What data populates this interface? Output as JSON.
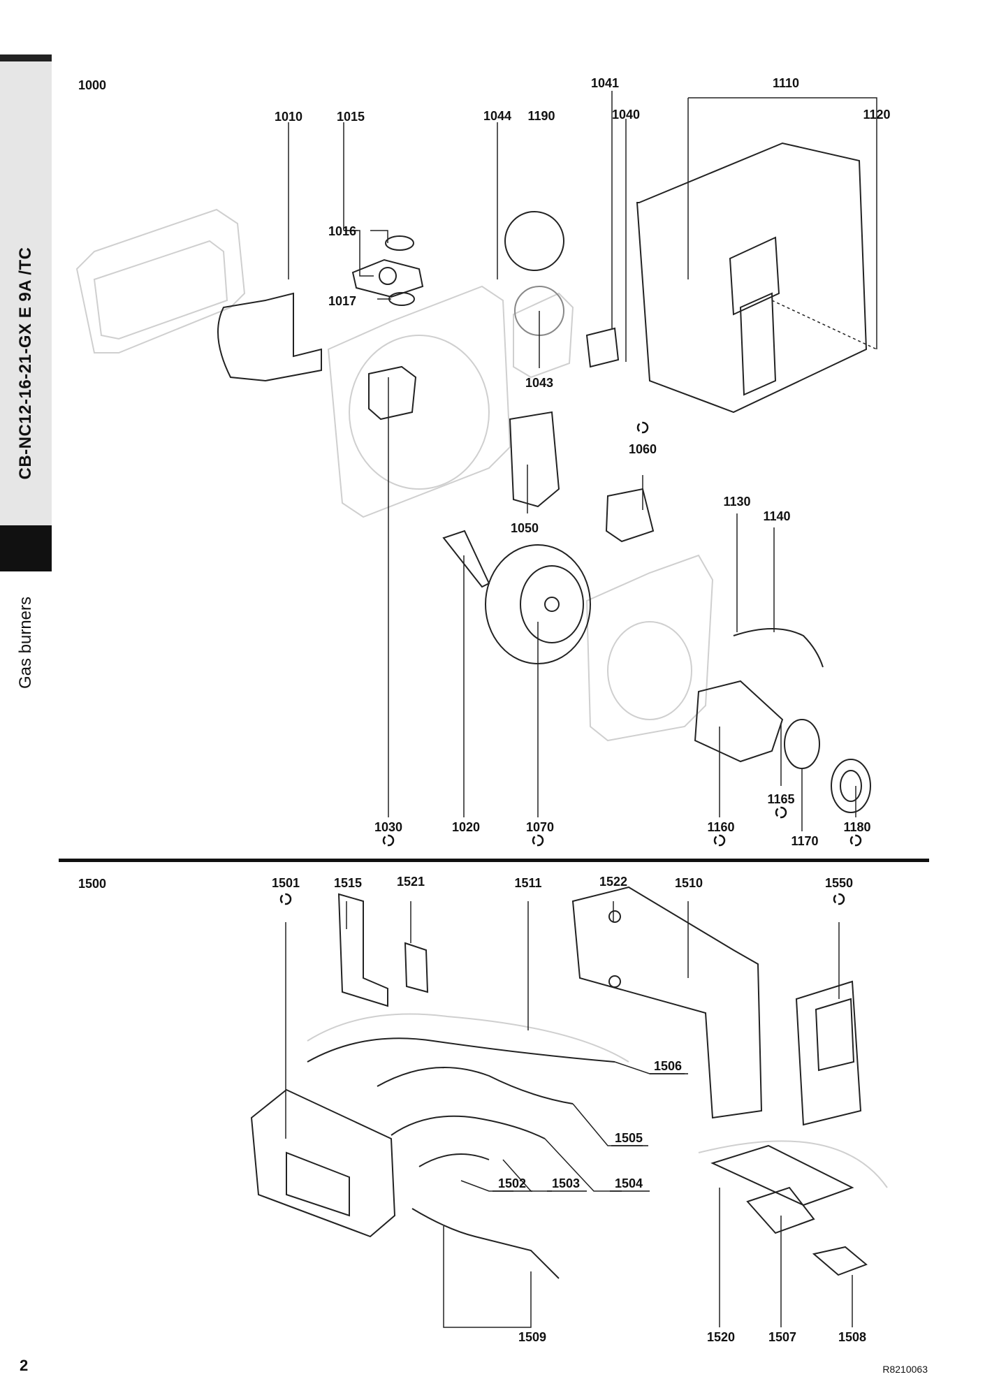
{
  "sidebar": {
    "title": "CB-NC12-16-21-GX E 9A /TC",
    "subtitle": "Gas burners"
  },
  "sections": {
    "upper": "1000",
    "lower": "1500"
  },
  "parts_upper": [
    "1010",
    "1015",
    "1016",
    "1017",
    "1044",
    "1190",
    "1041",
    "1040",
    "1110",
    "1120",
    "1043",
    "1060",
    "1050",
    "1130",
    "1140",
    "1030",
    "1020",
    "1070",
    "1160",
    "1165",
    "1170",
    "1180"
  ],
  "parts_lower": [
    "1501",
    "1515",
    "1521",
    "1511",
    "1522",
    "1510",
    "1550",
    "1506",
    "1505",
    "1502",
    "1503",
    "1504",
    "1509",
    "1520",
    "1507",
    "1508"
  ],
  "footer": {
    "page_number": "2",
    "reference": "R8210063"
  }
}
